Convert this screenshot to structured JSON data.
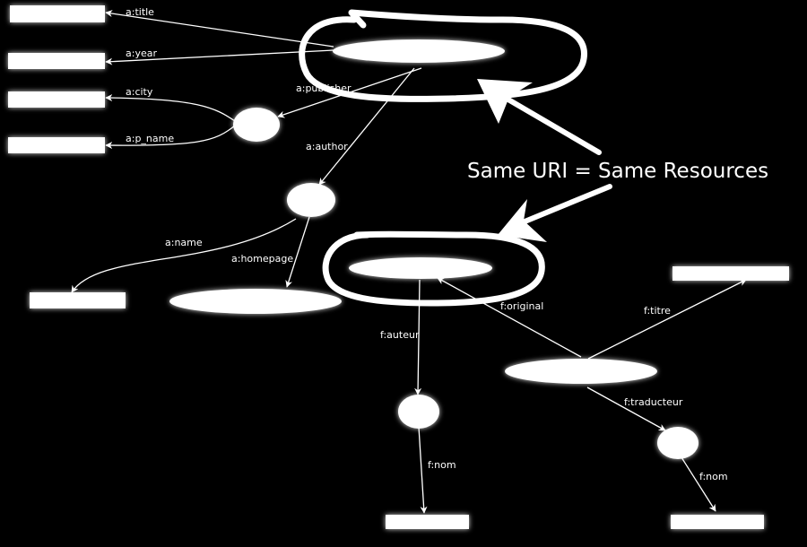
{
  "diagram": {
    "edge_labels": {
      "title": "a:title",
      "year": "a:year",
      "publisher": "a:publisher",
      "city": "a:city",
      "p_name": "a:p_name",
      "author": "a:author",
      "name": "a:name",
      "homepage": "a:homepage",
      "original": "f:original",
      "titre": "f:titre",
      "auteur": "f:auteur",
      "traducteur": "f:traducteur",
      "nom1": "f:nom",
      "nom2": "f:nom"
    },
    "callout": "Same URI = Same Resources",
    "colors": {
      "background": "#000000",
      "foreground": "#ffffff"
    }
  }
}
